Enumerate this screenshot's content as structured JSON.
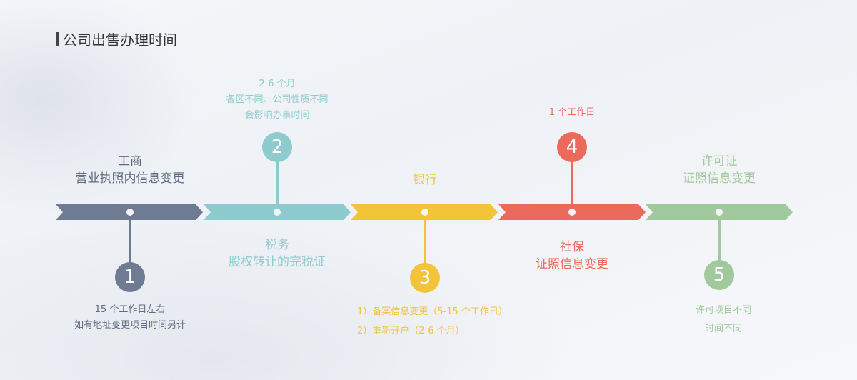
{
  "title": "公司出售办理时间",
  "colors": {
    "s1": "#6e7b93",
    "s2": "#8ecbcf",
    "s3": "#f2c43a",
    "s4": "#ec6a5c",
    "s5": "#a2c99e"
  },
  "steps": [
    {
      "num": "1",
      "label": [
        "工商",
        "营业执照内信息变更"
      ],
      "note": [
        "15 个工作日左右",
        "如有地址变更项目时间另计"
      ]
    },
    {
      "num": "2",
      "label": [
        "税务",
        "股权转让的完税证"
      ],
      "note": [
        "2-6 个月",
        "各区不同、公司性质不同",
        "会影响办事时间"
      ]
    },
    {
      "num": "3",
      "label": [
        "银行"
      ],
      "note": [
        "1）备案信息变更（5-15 个工作日）",
        "2）重新开户（2-6 个月）"
      ]
    },
    {
      "num": "4",
      "label": [
        "社保",
        "证照信息变更"
      ],
      "note": [
        "1 个工作日"
      ]
    },
    {
      "num": "5",
      "label": [
        "许可证",
        "证照信息变更"
      ],
      "note": [
        "许可项目不同",
        "时间不同"
      ]
    }
  ]
}
